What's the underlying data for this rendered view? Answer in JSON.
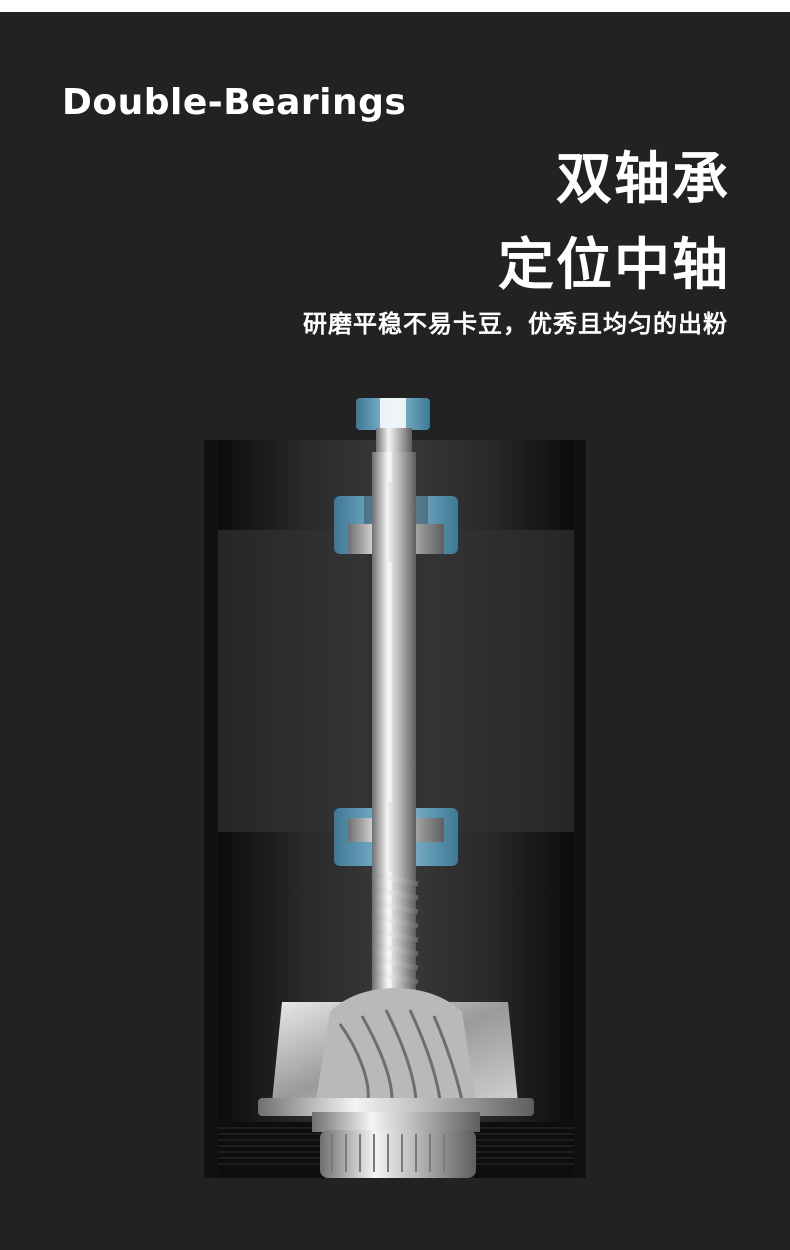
{
  "heading": {
    "english": "Double-Bearings",
    "chinese_line1": "双轴承",
    "chinese_line2": "定位中轴",
    "subtitle": "研磨平稳不易卡豆，优秀且均匀的出粉"
  },
  "colors": {
    "background": "#222222",
    "text": "#ffffff",
    "bearing": "#6fa8c4",
    "steel": "#c8c8c8"
  }
}
